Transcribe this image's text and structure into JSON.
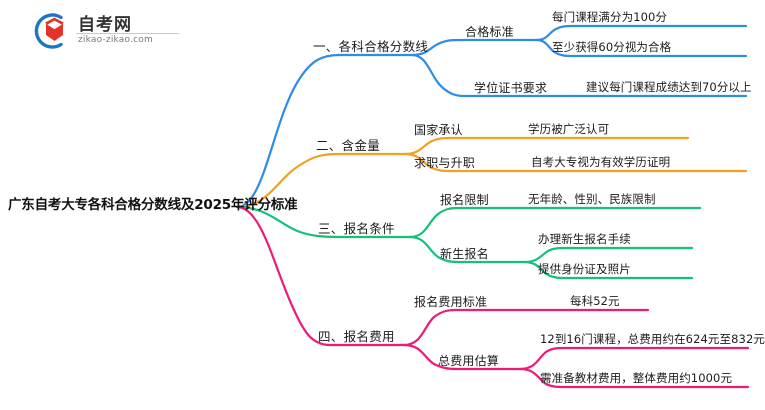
{
  "logo": {
    "brand_cn": "自考网",
    "brand_url": "zikao-zikao.com",
    "mark_colors": {
      "arc": "#1C76C8",
      "cap": "#E2342B"
    }
  },
  "colors": {
    "branch_1": "#2E8BE8",
    "branch_2": "#F0A11E",
    "branch_3": "#15C07A",
    "branch_4": "#EC1A79",
    "text": "#1c1c1c"
  },
  "mindmap": {
    "root": "广东自考大专各科合格分数线及2025年评分标准",
    "branches": [
      {
        "label": "一、各科合格分数线",
        "color": "#2E8BE8",
        "children": [
          {
            "label": "合格标准",
            "leaves": [
              "每门课程满分为100分",
              "至少获得60分视为合格"
            ]
          },
          {
            "label": "学位证书要求",
            "leaves": [
              "建议每门课程成绩达到70分以上"
            ]
          }
        ]
      },
      {
        "label": "二、含金量",
        "color": "#F0A11E",
        "children": [
          {
            "label": "国家承认",
            "leaves": [
              "学历被广泛认可"
            ]
          },
          {
            "label": "求职与升职",
            "leaves": [
              "自考大专视为有效学历证明"
            ]
          }
        ]
      },
      {
        "label": "三、报名条件",
        "color": "#15C07A",
        "children": [
          {
            "label": "报名限制",
            "leaves": [
              "无年龄、性别、民族限制"
            ]
          },
          {
            "label": "新生报名",
            "leaves": [
              "办理新生报名手续",
              "提供身份证及照片"
            ]
          }
        ]
      },
      {
        "label": "四、报名费用",
        "color": "#EC1A79",
        "children": [
          {
            "label": "报名费用标准",
            "leaves": [
              "每科52元"
            ]
          },
          {
            "label": "总费用估算",
            "leaves": [
              "12到16门课程，总费用约在624元至832元",
              "需准备教材费用，整体费用约1000元"
            ]
          }
        ]
      }
    ]
  }
}
